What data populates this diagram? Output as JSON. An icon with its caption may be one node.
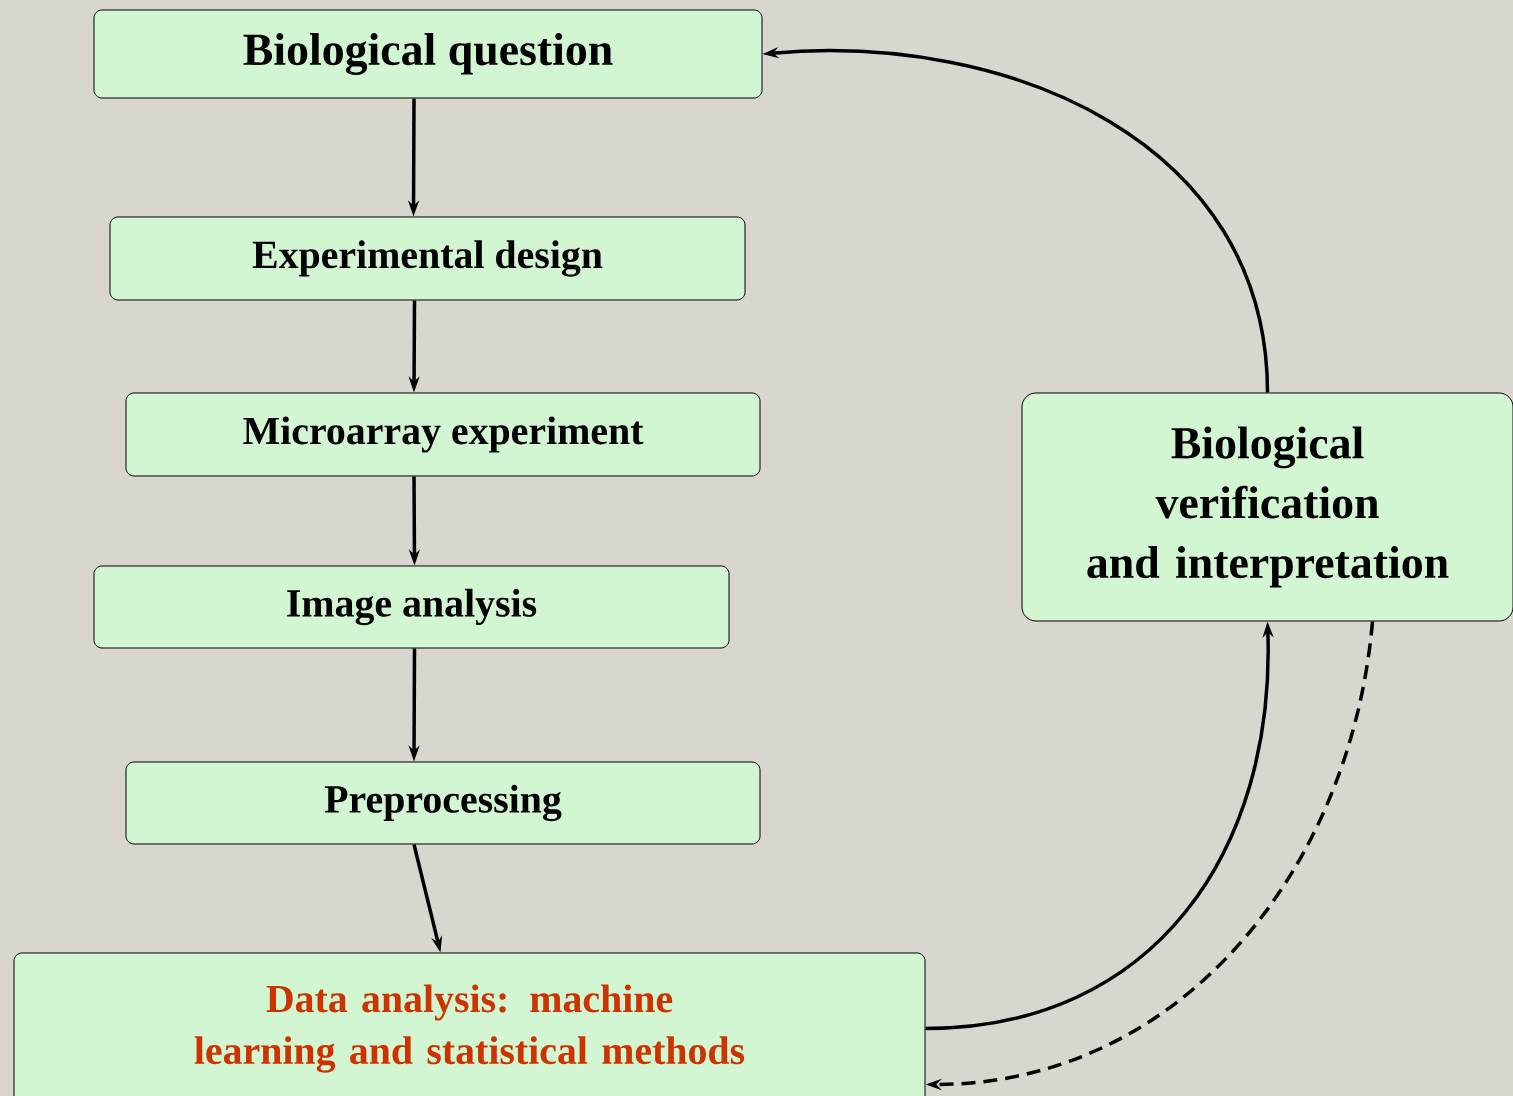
{
  "diagram": {
    "nodes": [
      {
        "text": [
          "Biological question"
        ]
      },
      {
        "text": [
          "Experimental design"
        ]
      },
      {
        "text": [
          "Microarray experiment"
        ]
      },
      {
        "text": [
          "Image analysis"
        ]
      },
      {
        "text": [
          "Preprocessing"
        ]
      },
      {
        "text": [
          "Data analysis: machine learning and statistical methods"
        ]
      },
      {
        "text": [
          "Biological verification and interpretation"
        ]
      }
    ],
    "edges": [
      {
        "from": 0,
        "to": 1,
        "arrow": "to"
      },
      {
        "from": 1,
        "to": 2,
        "arrow": "to"
      },
      {
        "from": 2,
        "to": 3,
        "arrow": "to"
      },
      {
        "from": 3,
        "to": 4,
        "arrow": "to"
      },
      {
        "from": 4,
        "to": 5,
        "arrow": "to"
      },
      {
        "from": 5,
        "to": 6,
        "arrow": "to"
      },
      {
        "from": 6,
        "to": 0,
        "arrow": "to"
      },
      {
        "from": 6,
        "to": 5,
        "arrow": "to",
        "style": "dashed"
      }
    ]
  }
}
